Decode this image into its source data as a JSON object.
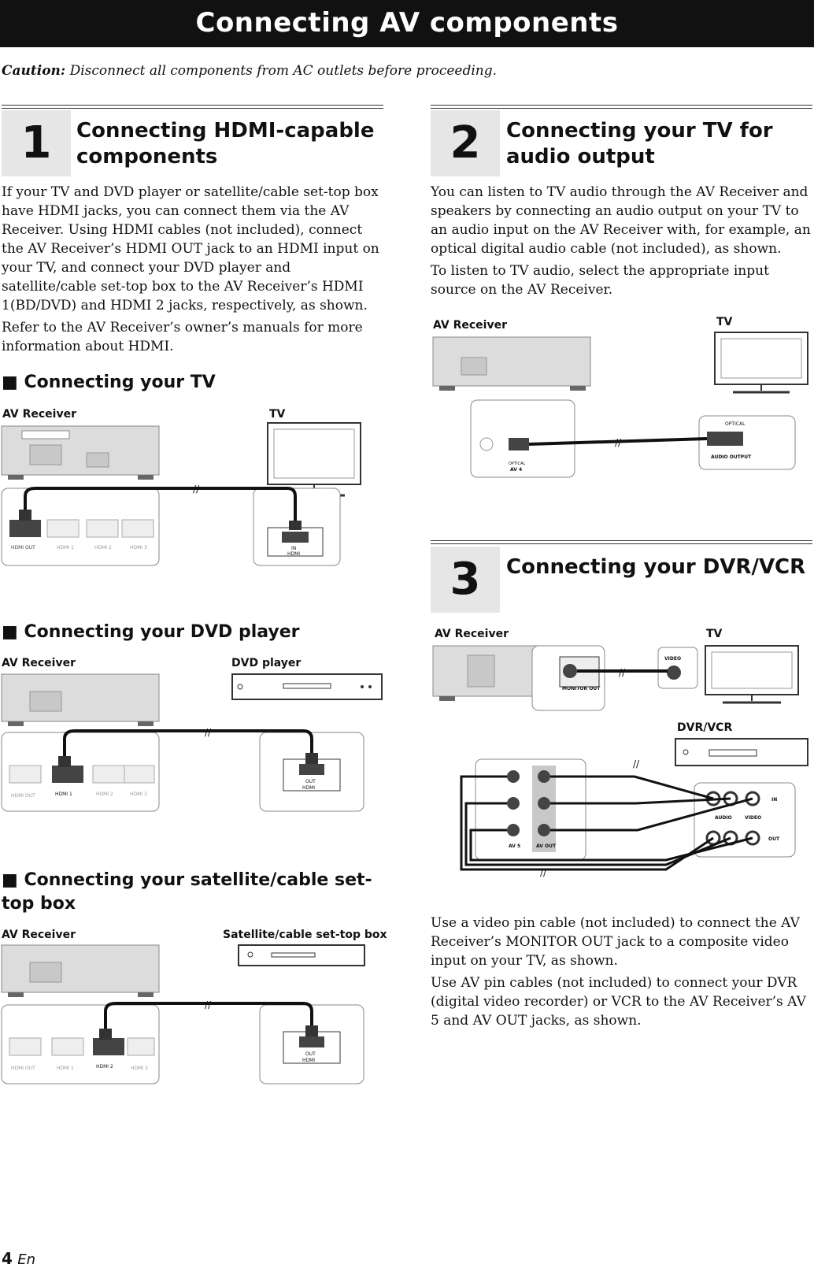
{
  "page": {
    "title": "Connecting AV components",
    "caution_label": "Caution:",
    "caution_text": "Disconnect all components from AC outlets before proceeding.",
    "page_number": "4",
    "page_lang": "En"
  },
  "section1": {
    "number": "1",
    "title": "Connecting HDMI-capable components",
    "para1": "If your TV and DVD player or satellite/cable set-top box have HDMI jacks, you can connect them via the AV Receiver. Using HDMI cables (not included), connect the AV Receiver’s HDMI OUT jack to an HDMI input on your TV, and connect your DVD player and satellite/cable set-top box to the AV Receiver’s HDMI 1(BD/DVD) and HDMI 2 jacks, respectively, as shown.",
    "para2": "Refer to the AV Receiver’s owner’s manuals for more information about HDMI.",
    "sub_tv": {
      "heading": "Connecting your TV",
      "left_label": "AV Receiver",
      "right_label": "TV",
      "jack_left": [
        "HDMI OUT",
        "HDMI 1",
        "HDMI 2",
        "HDMI 3"
      ],
      "jack_right": [
        "IN",
        "HDMI"
      ]
    },
    "sub_dvd": {
      "heading": "Connecting your DVD player",
      "left_label": "AV Receiver",
      "right_label": "DVD player",
      "jack_left": [
        "HDMI OUT",
        "HDMI 1",
        "HDMI 2",
        "HDMI 3"
      ],
      "jack_right": [
        "OUT",
        "HDMI"
      ]
    },
    "sub_sat": {
      "heading": "Connecting your satellite/cable set-top box",
      "left_label": "AV Receiver",
      "right_label": "Satellite/cable set-top box",
      "jack_left": [
        "HDMI OUT",
        "HDMI 1",
        "HDMI 2",
        "HDMI 3"
      ],
      "jack_right": [
        "OUT",
        "HDMI"
      ]
    }
  },
  "section2": {
    "number": "2",
    "title": "Connecting your TV for audio output",
    "para1": "You can listen to TV audio through the AV Receiver and speakers by connecting an audio output on your TV to an audio input on the AV Receiver with, for example, an optical digital audio cable (not included), as shown.",
    "para2": "To listen to TV audio, select the appropriate input source on the AV Receiver.",
    "left_label": "AV Receiver",
    "right_label": "TV",
    "jack_left": [
      "OPTICAL",
      "AV 4"
    ],
    "jack_right": [
      "OPTICAL",
      "AUDIO OUTPUT"
    ]
  },
  "section3": {
    "number": "3",
    "title": "Connecting your DVR/VCR",
    "left_label": "AV Receiver",
    "right_label": "TV",
    "dvr_label": "DVR/VCR",
    "jack_monitor": "MONITOR OUT",
    "jack_video": "VIDEO",
    "jack_av5": "AV 5",
    "jack_avout": "AV OUT",
    "dvr_jacks": [
      "IN",
      "AUDIO",
      "VIDEO",
      "OUT"
    ],
    "para1": "Use a video pin cable (not included) to connect the AV Receiver’s MONITOR OUT jack to a composite video input on your TV, as shown.",
    "para2": "Use AV pin cables (not included) to connect your DVR (digital video recorder) or VCR to the AV Receiver’s AV 5 and AV OUT jacks, as shown."
  }
}
